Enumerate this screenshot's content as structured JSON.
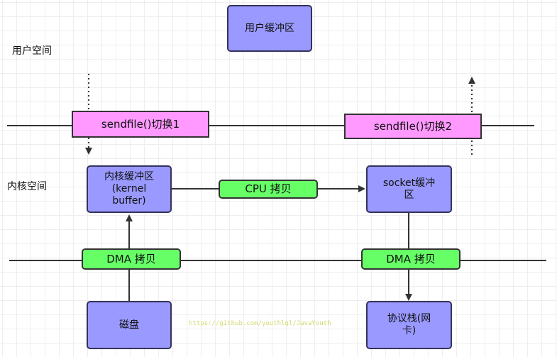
{
  "labels": {
    "user_space": "用户空间",
    "kernel_space": "内核空间"
  },
  "nodes": {
    "user_buffer": "用户缓冲区",
    "kernel_buffer": "内核缓冲区\n(kernel\nbuffer)",
    "socket_buffer": "socket缓冲\n区",
    "disk": "磁盘",
    "protocol_stack": "协议栈(网\n卡)"
  },
  "switches": {
    "switch_1": "sendfile()切换1",
    "switch_2": "sendfile()切换2"
  },
  "copies": {
    "cpu_copy": "CPU 拷贝",
    "dma_copy_left": "DMA 拷贝",
    "dma_copy_right": "DMA 拷贝"
  },
  "watermark": "https://github.com/youthlql/JavaYouth",
  "colors": {
    "node_fill": "#9999ff",
    "switch_fill": "#ff99ff",
    "copy_fill": "#66ff66",
    "line": "#333333"
  }
}
